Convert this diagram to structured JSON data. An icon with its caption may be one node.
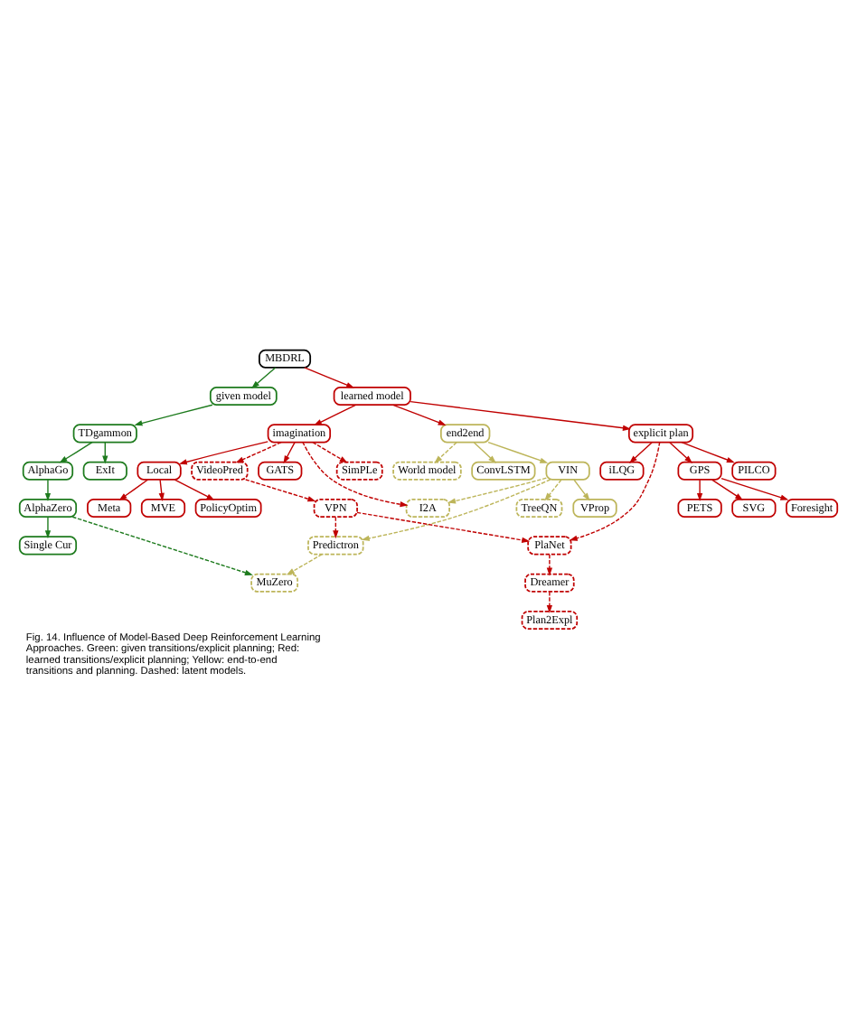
{
  "diagram": {
    "caption": "Fig. 14. Influence of Model-Based Deep Reinforcement Learning Approaches. Green: given transitions/explicit planning; Red: learned transitions/explicit planning; Yellow: end-to-end transitions and planning. Dashed: latent models.",
    "nodes": [
      {
        "text": [
          "Single Cur"
        ]
      },
      {
        "text": [
          "AlphaZero"
        ]
      },
      {
        "text": [
          "MuZero"
        ]
      },
      {
        "text": [
          "AlphaGo"
        ]
      },
      {
        "text": [
          "ExIt"
        ]
      },
      {
        "text": [
          "TDgammon"
        ]
      },
      {
        "text": [
          "VProp"
        ]
      },
      {
        "text": [
          "TreeQN"
        ]
      },
      {
        "text": [
          "Predictron"
        ]
      },
      {
        "text": [
          "ConvLSTM"
        ]
      },
      {
        "text": [
          "VIN"
        ]
      },
      {
        "text": [
          "given model"
        ]
      },
      {
        "text": [
          "end2end"
        ]
      },
      {
        "text": [
          "I2A"
        ]
      },
      {
        "text": [
          "MBDRL"
        ]
      },
      {
        "text": [
          "World model"
        ]
      },
      {
        "text": [
          "PILCO"
        ]
      },
      {
        "text": [
          "iLQG"
        ]
      },
      {
        "text": [
          "learned model"
        ]
      },
      {
        "text": [
          "explicit plan"
        ]
      },
      {
        "text": [
          "imagination"
        ]
      },
      {
        "text": [
          "Local"
        ]
      },
      {
        "text": [
          "Meta"
        ]
      },
      {
        "text": [
          "Foresight"
        ]
      },
      {
        "text": [
          "GPS"
        ]
      },
      {
        "text": [
          "MVE"
        ]
      },
      {
        "text": [
          "GATS"
        ]
      },
      {
        "text": [
          "PolicyOptim"
        ]
      },
      {
        "text": [
          "VideoPred"
        ]
      },
      {
        "text": [
          "PETS"
        ]
      },
      {
        "text": [
          "SVG"
        ]
      },
      {
        "text": [
          "SimPLe"
        ]
      },
      {
        "text": [
          "Plan2Expl"
        ]
      },
      {
        "text": [
          "Dreamer"
        ]
      },
      {
        "text": [
          "PlaNet"
        ]
      },
      {
        "text": [
          "VPN"
        ]
      }
    ],
    "edges": [
      {
        "from": 1,
        "to": 0,
        "arrow": "to",
        "color": "#1e7b1e"
      },
      {
        "from": 1,
        "to": 2,
        "arrow": "to",
        "style": "dashed",
        "color": "#1e7b1e"
      },
      {
        "from": 3,
        "to": 1,
        "arrow": "to",
        "color": "#1e7b1e"
      },
      {
        "from": 5,
        "to": 3,
        "arrow": "to",
        "color": "#1e7b1e"
      },
      {
        "from": 5,
        "to": 4,
        "arrow": "to",
        "color": "#1e7b1e"
      },
      {
        "from": 11,
        "to": 5,
        "arrow": "to",
        "color": "#1e7b1e"
      },
      {
        "from": 8,
        "to": 2,
        "arrow": "to",
        "style": "dashed",
        "color": "#bdb55a"
      },
      {
        "from": 10,
        "to": 6,
        "arrow": "to",
        "color": "#bdb55a"
      },
      {
        "from": 10,
        "to": 7,
        "arrow": "to",
        "style": "dashed",
        "color": "#bdb55a"
      },
      {
        "from": 10,
        "to": 8,
        "arrow": "to",
        "style": "dashed",
        "color": "#bdb55a"
      },
      {
        "from": 12,
        "to": 9,
        "arrow": "to",
        "color": "#bdb55a"
      },
      {
        "from": 12,
        "to": 10,
        "arrow": "to",
        "color": "#bdb55a"
      },
      {
        "from": 10,
        "to": 13,
        "arrow": "to",
        "style": "dashed",
        "color": "#bdb55a"
      },
      {
        "from": 12,
        "to": 15,
        "arrow": "to",
        "style": "dashed",
        "color": "#bdb55a"
      },
      {
        "from": 14,
        "to": 11,
        "arrow": "to",
        "color": "#1e7b1e"
      },
      {
        "from": 14,
        "to": 18,
        "arrow": "to"
      },
      {
        "from": 18,
        "to": 12,
        "arrow": "to"
      },
      {
        "from": 18,
        "to": 19,
        "arrow": "to"
      },
      {
        "from": 18,
        "to": 20,
        "arrow": "to"
      },
      {
        "from": 19,
        "to": 17,
        "arrow": "to"
      },
      {
        "from": 19,
        "to": 16,
        "arrow": "to"
      },
      {
        "from": 19,
        "to": 24,
        "arrow": "to"
      },
      {
        "from": 19,
        "to": 34,
        "arrow": "to",
        "style": "dashed"
      },
      {
        "from": 20,
        "to": 13,
        "arrow": "to",
        "style": "dashed"
      },
      {
        "from": 20,
        "to": 21,
        "arrow": "to"
      },
      {
        "from": 21,
        "to": 25,
        "arrow": "to"
      },
      {
        "from": 21,
        "to": 27,
        "arrow": "to"
      },
      {
        "from": 21,
        "to": 22,
        "arrow": "to"
      },
      {
        "from": 20,
        "to": 26,
        "arrow": "to"
      },
      {
        "from": 20,
        "to": 31,
        "arrow": "to",
        "style": "dashed"
      },
      {
        "from": 20,
        "to": 28,
        "arrow": "to",
        "style": "dashed"
      },
      {
        "from": 28,
        "to": 35,
        "arrow": "to",
        "style": "dashed"
      },
      {
        "from": 35,
        "to": 8,
        "arrow": "to",
        "style": "dashed"
      },
      {
        "from": 35,
        "to": 34,
        "arrow": "to",
        "style": "dashed"
      },
      {
        "from": 34,
        "to": 33,
        "arrow": "to",
        "style": "dashed"
      },
      {
        "from": 33,
        "to": 32,
        "arrow": "to",
        "style": "dashed"
      },
      {
        "from": 24,
        "to": 23,
        "arrow": "to"
      },
      {
        "from": 24,
        "to": 29,
        "arrow": "to"
      },
      {
        "from": 24,
        "to": 30,
        "arrow": "to"
      }
    ]
  }
}
